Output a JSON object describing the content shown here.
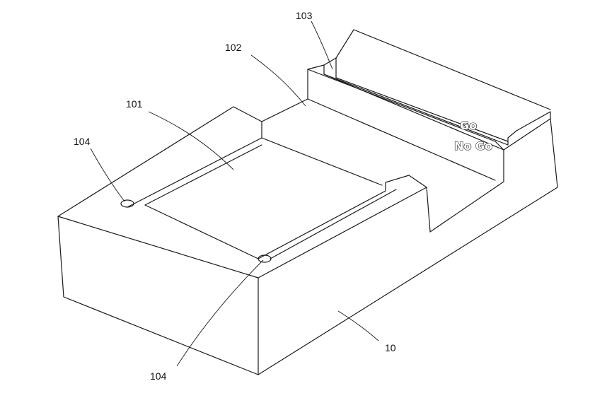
{
  "labels": {
    "base": "10",
    "recess": "101",
    "platform": "102",
    "step": "103",
    "hole_left": "104",
    "hole_bottom": "104"
  },
  "engraving": {
    "go": "Go",
    "no_go": "No Go"
  }
}
